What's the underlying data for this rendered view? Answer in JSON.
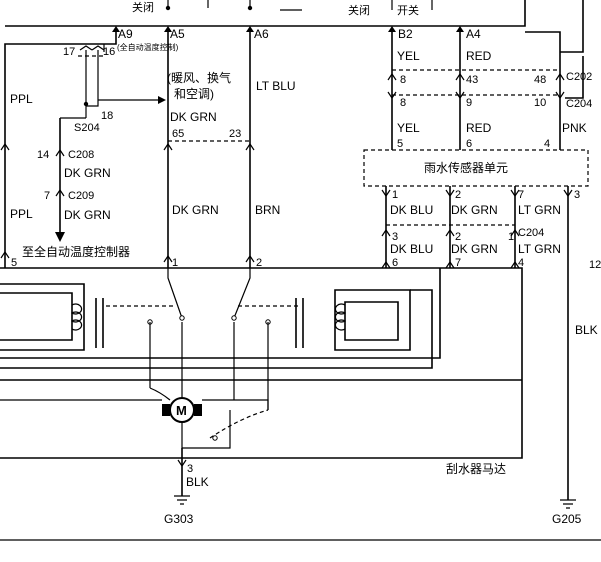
{
  "switch_labels": {
    "off_left": "关闭",
    "off_right": "关闭",
    "switch": "开关"
  },
  "top_pins": {
    "a9": "A9",
    "a5": "A5",
    "a6": "A6",
    "b2": "B2",
    "a4": "A4"
  },
  "auto_temp_note": "(全自动温度控制)",
  "pins_small": {
    "p17": "17",
    "p16": "16",
    "p18": "18"
  },
  "splice_s204": "S204",
  "hvac_note_line1": "(暖风、换气",
  "hvac_note_line2": "和空调)",
  "colors": {
    "ppl_top": "PPL",
    "ppl_bottom": "PPL",
    "dk_grn_a5": "DK GRN",
    "lt_blu_a6": "LT BLU",
    "dk_grn_c208": "DK GRN",
    "dk_grn_c209": "DK GRN",
    "dk_grn_mid": "DK GRN",
    "brn": "BRN",
    "yel_top": "YEL",
    "red_top": "RED",
    "yel_mid": "YEL",
    "red_mid": "RED",
    "pnk": "PNK",
    "dk_blu_1": "DK BLU",
    "dk_grn_1": "DK GRN",
    "lt_grn_1": "LT GRN",
    "dk_blu_2": "DK BLU",
    "dk_grn_2": "DK GRN",
    "lt_grn_2": "LT GRN",
    "blk_ground": "BLK",
    "blk_right": "BLK"
  },
  "pin_numbers": {
    "p65": "65",
    "p23": "23",
    "p14": "14",
    "p7": "7",
    "p8a": "8",
    "p43": "43",
    "p48": "48",
    "p8b": "8",
    "p9": "9",
    "p10": "10",
    "p5r": "5",
    "p6r": "6",
    "p4r": "4",
    "s1": "1",
    "s2": "2",
    "s7": "7",
    "s3": "3",
    "c3": "3",
    "c2": "2",
    "c1": "1",
    "m5": "5",
    "m1": "1",
    "m2": "2",
    "m6": "6",
    "m7": "7",
    "m4": "4",
    "g3": "3",
    "edge12": "12"
  },
  "connectors": {
    "c208": "C208",
    "c209": "C209",
    "c202": "C202",
    "c204a": "C204",
    "c204b": "C204"
  },
  "rain_sensor": "雨水传感器单元",
  "to_auto_temp": "至全自动温度控制器",
  "wiper_motor": "刮水器马达",
  "motor_symbol": "M",
  "grounds": {
    "g303": "G303",
    "g205": "G205"
  }
}
